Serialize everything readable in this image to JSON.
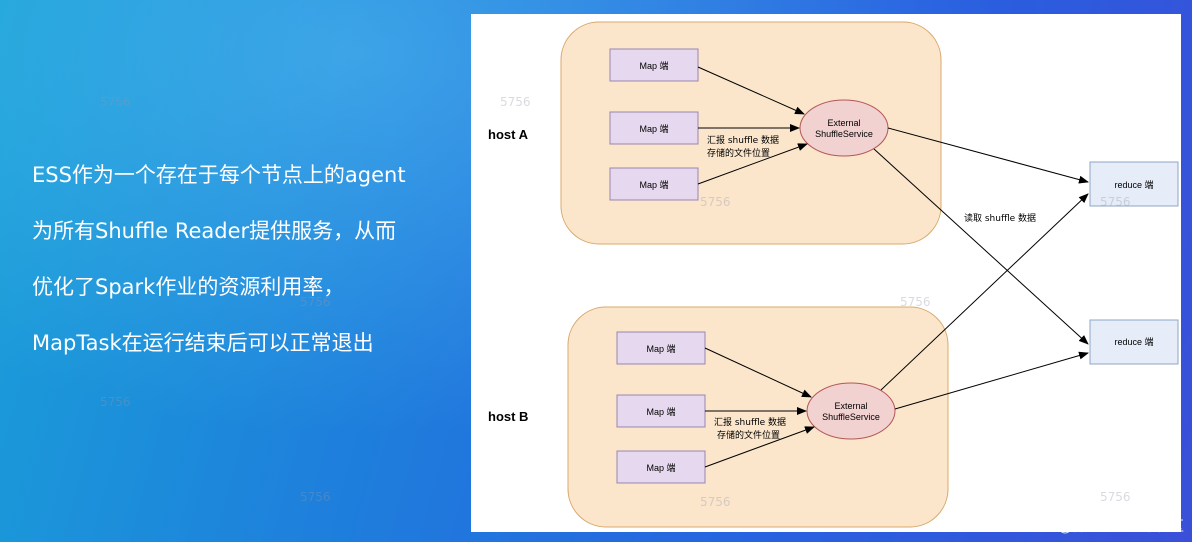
{
  "left_text": [
    "ESS作为一个存在于每个节点上的agent",
    "为所有Shuffle Reader提供服务，从而",
    "优化了Spark作业的资源利用率，",
    "MapTask在运行结束后可以正常退出"
  ],
  "diagram": {
    "host_a_label": "host A",
    "host_b_label": "host B",
    "map_label": "Map 端",
    "ess_line1": "External",
    "ess_line2": "ShuffleService",
    "report_line1": "汇报 shuffle 数据",
    "report_line2": "存储的文件位置",
    "read_label": "读取 shuffle 数据",
    "reduce_label": "reduce 端"
  },
  "watermark": "5756",
  "brand_watermark": "@稀土掘金技术社区",
  "colors": {
    "host_fill": "#fbe6cc",
    "host_stroke": "#d9a86b",
    "map_fill": "#e6d8ee",
    "map_stroke": "#9a85b0",
    "ess_fill": "#f2d1d1",
    "ess_stroke": "#b35757",
    "reduce_fill": "#e6edf8",
    "reduce_stroke": "#8fa6c4"
  }
}
